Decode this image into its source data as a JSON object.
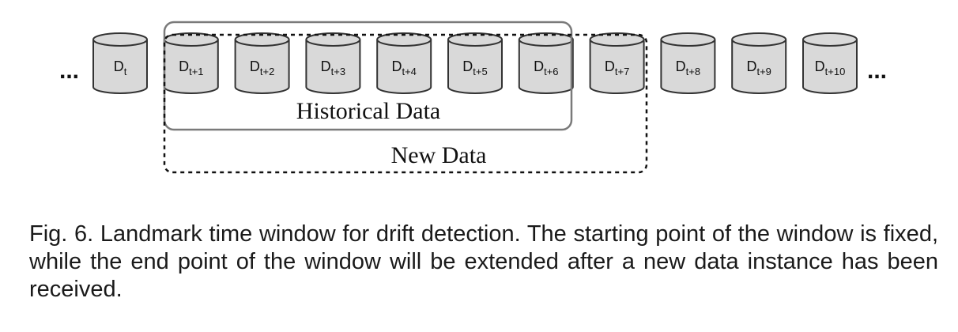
{
  "diagram": {
    "ellipsis_left": "...",
    "ellipsis_right": "...",
    "databases": [
      {
        "base": "D",
        "sub": "t"
      },
      {
        "base": "D",
        "sub": "t+1"
      },
      {
        "base": "D",
        "sub": "t+2"
      },
      {
        "base": "D",
        "sub": "t+3"
      },
      {
        "base": "D",
        "sub": "t+4"
      },
      {
        "base": "D",
        "sub": "t+5"
      },
      {
        "base": "D",
        "sub": "t+6"
      },
      {
        "base": "D",
        "sub": "t+7"
      },
      {
        "base": "D",
        "sub": "t+8"
      },
      {
        "base": "D",
        "sub": "t+9"
      },
      {
        "base": "D",
        "sub": "t+10"
      }
    ],
    "historical_label": "Historical Data",
    "new_label": "New Data",
    "colors": {
      "cylinder_fill": "#d9d9d9",
      "cylinder_stroke": "#333333",
      "historical_box": "#7a7a7a",
      "new_box": "#111111"
    }
  },
  "caption": "Fig. 6. Landmark time window for drift detection. The starting point of the window is fixed, while the end point of the window will be extended after a new data instance has been received."
}
